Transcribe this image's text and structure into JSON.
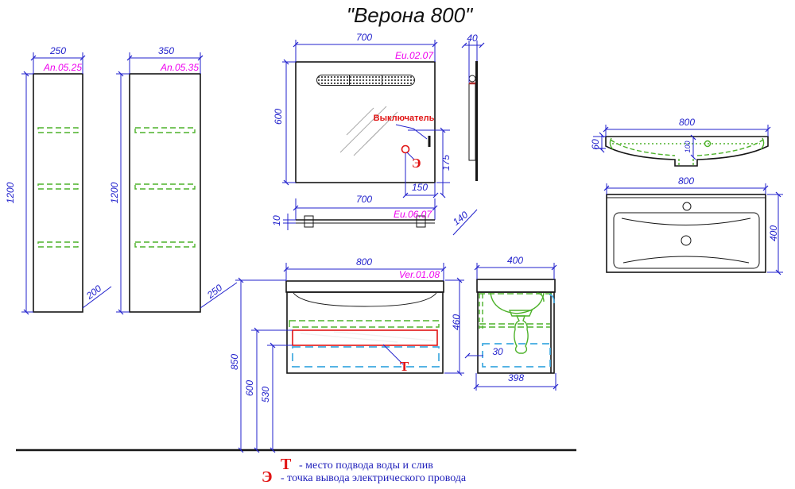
{
  "title": "\"Верона 800\"",
  "tall_cabinet_250": {
    "width_mm": "250",
    "article": "An.05.25",
    "height_mm": "1200",
    "depth_mm": "200"
  },
  "tall_cabinet_350": {
    "width_mm": "350",
    "article": "An.05.35",
    "height_mm": "1200",
    "depth_mm": "250"
  },
  "mirror": {
    "width_mm": "700",
    "article": "Eu.02.07",
    "height_mm": "600",
    "side_depth_mm": "40",
    "switch_label": "Выключатель",
    "electric_symbol": "Э",
    "offset_bottom_mm": "175",
    "offset_right_mm": "150"
  },
  "shelf": {
    "width_mm": "700",
    "article": "Eu.06.07",
    "thickness_mm": "10",
    "depth_mm": "140"
  },
  "vanity_front": {
    "width_mm": "800",
    "article": "Ver.01.08",
    "height_mm": "460",
    "floor_to_top_mm": "850",
    "water_zone_top_mm": "600",
    "water_zone_bottom_mm": "530",
    "water_symbol": "Т"
  },
  "vanity_side": {
    "depth_mm": "400",
    "bottom_depth_mm": "398",
    "offset_mm": "30"
  },
  "sink_side": {
    "width_mm": "800",
    "height_mm": "60",
    "basin_depth_mm": "100"
  },
  "sink_top": {
    "width_mm": "800",
    "depth_mm": "400"
  },
  "legend": {
    "water_symbol": "Т",
    "water_text": "- место подвода воды и слив",
    "electric_symbol": "Э",
    "electric_text": "- точка вывода электрического провода"
  },
  "colors": {
    "dimension": "#2222cc",
    "article": "#ee00ee",
    "accent_red": "#e11414",
    "hardware_green": "#4db22a",
    "zone_cyan": "#3fa9e0"
  }
}
